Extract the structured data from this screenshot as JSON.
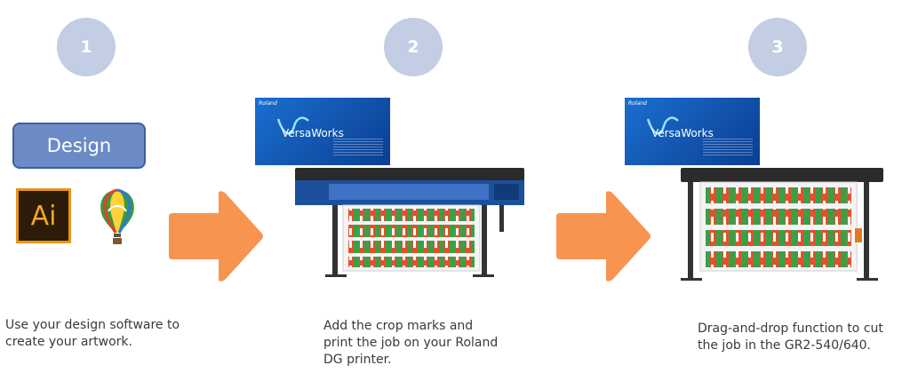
{
  "steps": [
    {
      "number": "1",
      "caption": "Use your design software to\ncreate your artwork."
    },
    {
      "number": "2",
      "caption": "Add the crop marks and\nprint the job on your Roland\nDG printer."
    },
    {
      "number": "3",
      "caption": "Drag-and-drop function to cut\nthe job in the GR2-540/640."
    }
  ],
  "design_label": "Design",
  "icons": {
    "illustrator": {
      "name": "adobe-illustrator-icon",
      "text": "Ai"
    },
    "corel": {
      "name": "coreldraw-balloon-icon"
    }
  },
  "screens": {
    "brand": "Roland",
    "title": "VersaWorks"
  },
  "colors": {
    "circle": "#c3cde3",
    "arrow": "#f7944f",
    "design_button": "#6b8ac6",
    "versaworks_blue": "#1a6fd0",
    "printer_body": "#1c4f9c"
  }
}
